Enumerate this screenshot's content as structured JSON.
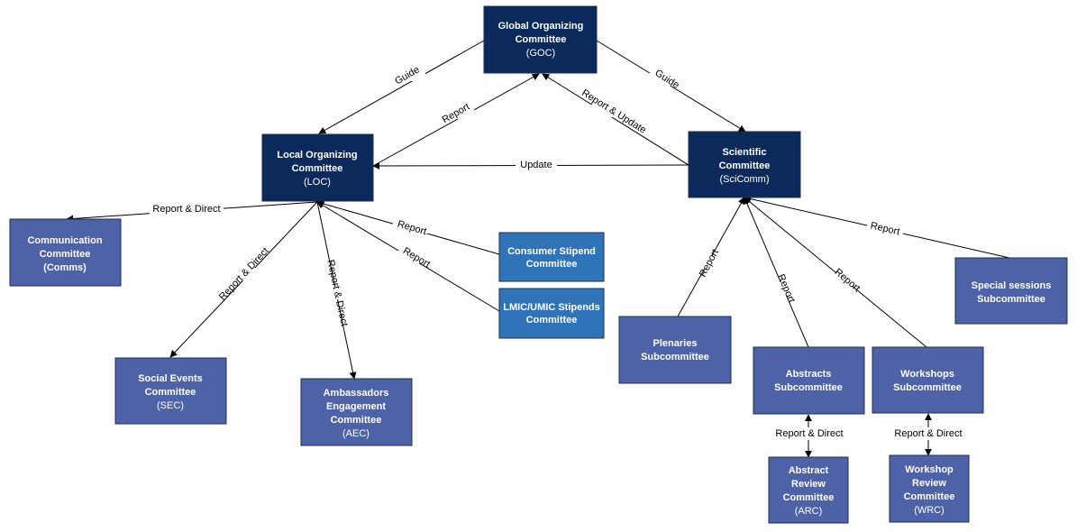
{
  "colors": {
    "navy": "#0b2a5b",
    "slate": "#4e62a8",
    "steel": "#2f74b8"
  },
  "nodes": {
    "goc": {
      "lines": [
        "Global Organizing",
        "Committee",
        "(GOC)"
      ]
    },
    "loc": {
      "lines": [
        "Local Organizing",
        "Committee",
        "(LOC)"
      ]
    },
    "scicomm": {
      "lines": [
        "Scientific",
        "Committee",
        "(SciComm)"
      ]
    },
    "comms": {
      "lines": [
        "Communication",
        "Committee",
        "(Comms)"
      ]
    },
    "consumer": {
      "lines": [
        "Consumer Stipend",
        "Committee"
      ]
    },
    "lmic": {
      "lines": [
        "LMIC/UMIC Stipends",
        "Committee"
      ]
    },
    "sec": {
      "lines": [
        "Social Events",
        "Committee",
        "(SEC)"
      ]
    },
    "aec": {
      "lines": [
        "Ambassadors",
        "Engagement",
        "Committee",
        "(AEC)"
      ]
    },
    "plenaries": {
      "lines": [
        "Plenaries",
        "Subcommittee"
      ]
    },
    "abstracts": {
      "lines": [
        "Abstracts",
        "Subcommittee"
      ]
    },
    "workshops": {
      "lines": [
        "Workshops",
        "Subcommittee"
      ]
    },
    "special": {
      "lines": [
        "Special sessions",
        "Subcommittee"
      ]
    },
    "arc": {
      "lines": [
        "Abstract",
        "Review",
        "Committee",
        "(ARC)"
      ]
    },
    "wrc": {
      "lines": [
        "Workshop",
        "Review",
        "Committee",
        "(WRC)"
      ]
    }
  },
  "edges": {
    "goc_loc_guide": "Guide",
    "goc_sci_guide": "Guide",
    "loc_goc_report": "Report",
    "sci_goc_report_update": "Report & Update",
    "sci_loc_update": "Update",
    "loc_comms": "Report & Direct",
    "loc_sec": "Report & Direct",
    "loc_aec": "Report & Direct",
    "consumer_loc": "Report",
    "lmic_loc": "Report",
    "plenaries_sci": "Report",
    "abstracts_sci": "Report",
    "workshops_sci": "Report",
    "special_sci": "Report",
    "abstracts_arc": "Report & Direct",
    "workshops_wrc": "Report & Direct"
  }
}
